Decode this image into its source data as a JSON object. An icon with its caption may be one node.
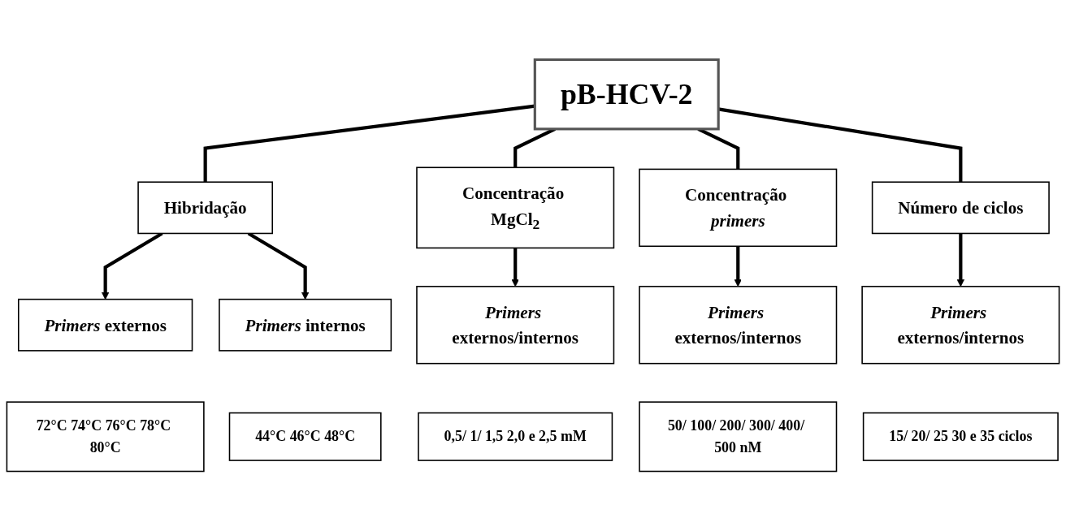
{
  "diagram": {
    "nodes": [
      {
        "text": [
          "pB-HCV-2"
        ]
      },
      {
        "text": [
          "Hibridação"
        ]
      },
      {
        "text": [
          "Concentração MgCl$_{2}$"
        ]
      },
      {
        "text": [
          "Concentração *primers*"
        ]
      },
      {
        "text": [
          "Número de ciclos"
        ]
      },
      {
        "text": [
          "*Primers* externos"
        ]
      },
      {
        "text": [
          "*Primers* internos"
        ]
      },
      {
        "text": [
          "72°C 74°C 76°C 78°C 80°C"
        ]
      },
      {
        "text": [
          "44°C 46°C 48°C"
        ]
      },
      {
        "text": [
          "*Primers* externos/internos"
        ]
      },
      {
        "text": [
          "0,5/ 1/ 1,5 2,0 e 2,5 mM"
        ]
      },
      {
        "text": [
          "*Primers* externos/internos"
        ]
      },
      {
        "text": [
          "50/ 100/ 200/ 300/ 400/ 500 nM"
        ]
      },
      {
        "text": [
          "*Primers* externos/internos"
        ]
      },
      {
        "text": [
          "15/ 20/ 25 30 e 35 ciclos"
        ]
      }
    ],
    "edges": [
      {
        "from": 0,
        "to": 1,
        "arrow": "none"
      },
      {
        "from": 0,
        "to": 2,
        "arrow": "none"
      },
      {
        "from": 0,
        "to": 3,
        "arrow": "none"
      },
      {
        "from": 0,
        "to": 4,
        "arrow": "none"
      },
      {
        "from": 1,
        "to": 5,
        "arrow": "to"
      },
      {
        "from": 1,
        "to": 6,
        "arrow": "to"
      },
      {
        "from": 2,
        "to": 9,
        "arrow": "to"
      },
      {
        "from": 3,
        "to": 11,
        "arrow": "to"
      },
      {
        "from": 4,
        "to": 13,
        "arrow": "to"
      }
    ]
  }
}
